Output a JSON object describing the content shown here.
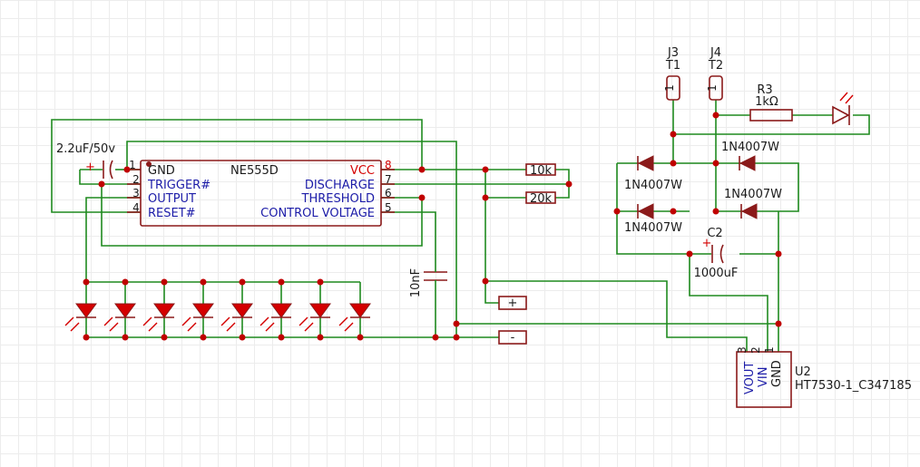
{
  "u1": {
    "name": "NE555D",
    "pins_left": [
      {
        "num": "1",
        "label": "GND"
      },
      {
        "num": "2",
        "label": "TRIGGER#"
      },
      {
        "num": "3",
        "label": "OUTPUT"
      },
      {
        "num": "4",
        "label": "RESET#"
      }
    ],
    "pins_right": [
      {
        "num": "8",
        "label": "VCC"
      },
      {
        "num": "7",
        "label": "DISCHARGE"
      },
      {
        "num": "6",
        "label": "THRESHOLD"
      },
      {
        "num": "5",
        "label": "CONTROL VOLTAGE"
      }
    ]
  },
  "c1": {
    "value": "2.2uF/50v",
    "plus": "+"
  },
  "r_top": {
    "value": "10k"
  },
  "r_bottom": {
    "value": "20k"
  },
  "c_control": {
    "value": "10nF"
  },
  "terminals": {
    "plus": "+",
    "minus": "-"
  },
  "j3": {
    "ref": "J3",
    "name": "T1",
    "pin": "1"
  },
  "j4": {
    "ref": "J4",
    "name": "T2",
    "pin": "1"
  },
  "r3": {
    "ref": "R3",
    "value": "1kΩ"
  },
  "diodes": {
    "d_top_left": "1N4007W",
    "d_top_right": "1N4007W",
    "d_bottom_right": "1N4007W",
    "d_bottom_left": "1N4007W"
  },
  "c2": {
    "ref": "C2",
    "value": "1000uF",
    "plus": "+"
  },
  "u2": {
    "ref": "U2",
    "part": "HT7530-1_C347185",
    "pins": [
      {
        "num": "3",
        "label": "VOUT"
      },
      {
        "num": "2",
        "label": "VIN"
      },
      {
        "num": "1",
        "label": "GND"
      }
    ]
  }
}
